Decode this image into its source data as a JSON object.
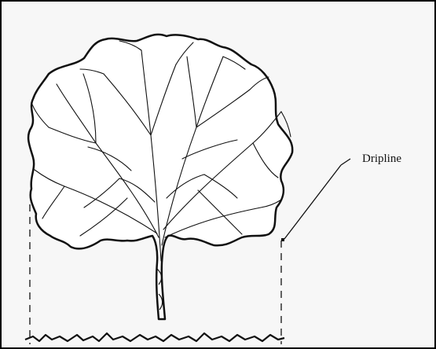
{
  "figure": {
    "callout_label": "Dripline"
  },
  "colors": {
    "ink": "#111111",
    "paper": "#f7f7f7",
    "border": "#000000"
  },
  "icons": {
    "tree": "tree-drawing",
    "dripline_marker": "dashed-vertical-line"
  }
}
